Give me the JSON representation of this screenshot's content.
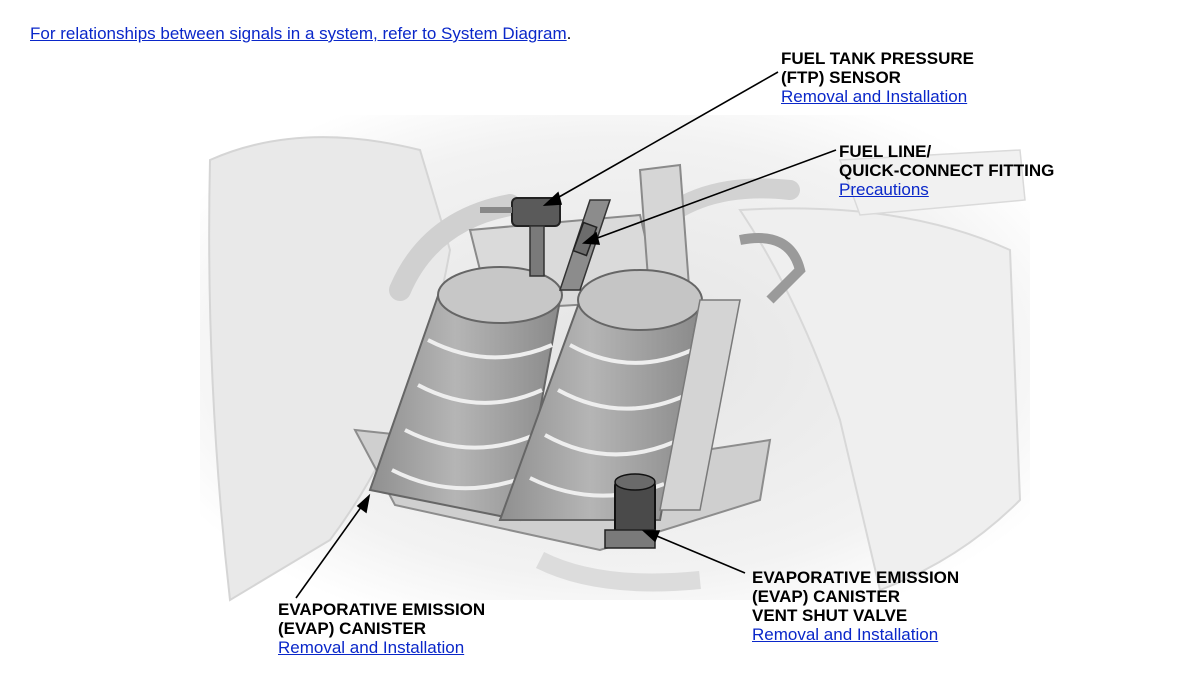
{
  "header": {
    "intro_text": "For relationships between signals in a system, refer to System Diagram",
    "intro_suffix": "."
  },
  "callouts": {
    "ftp_sensor": {
      "line1": "FUEL TANK PRESSURE",
      "line2": "(FTP) SENSOR",
      "link": "Removal and Installation"
    },
    "fuel_line": {
      "line1": "FUEL LINE/",
      "line2": "QUICK-CONNECT FITTING",
      "link": "Precautions"
    },
    "evap_canister": {
      "line1": "EVAPORATIVE EMISSION",
      "line2": "(EVAP) CANISTER",
      "link": "Removal and Installation"
    },
    "vent_valve": {
      "line1": "EVAPORATIVE EMISSION",
      "line2": "(EVAP) CANISTER",
      "line3": "VENT SHUT VALVE",
      "link": "Removal and Installation"
    }
  },
  "colors": {
    "link": "#0a27c9",
    "part_gray": "#a9a9a9",
    "bg_gray": "#ececec"
  }
}
